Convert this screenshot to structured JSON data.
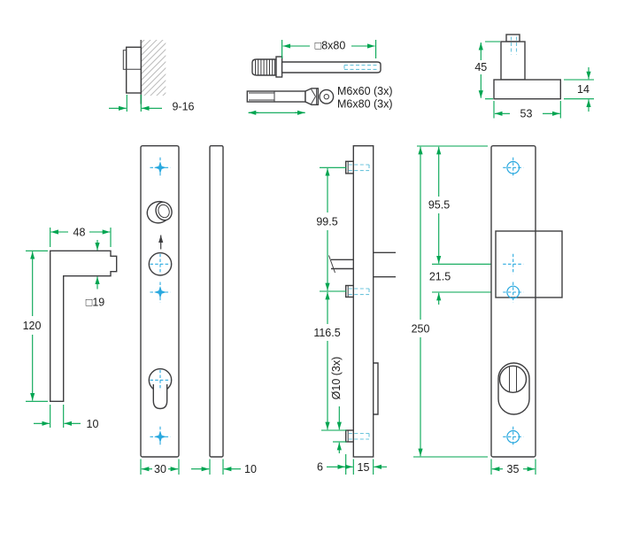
{
  "drawing_type": "door-security-fitting technical drawing",
  "labels": {
    "door_gap": "9-16",
    "spindle_dim": "□8x80",
    "screw_m6x60": "M6x60 (3x)",
    "screw_m6x80": "M6x80 (3x)",
    "hub_height": "45",
    "hub_base_thickness": "14",
    "hub_base_width": "53",
    "lever_arm_width": "48",
    "lever_square": "□19",
    "lever_length": "120",
    "lever_thickness": "10",
    "plate_width": "30",
    "plate_side_thickness": "10",
    "hole_pitch_upper": "99.5",
    "hole_pitch_lower": "116.5",
    "boss_diameter": "Ø10 (3x)",
    "boss_protrusion": "6",
    "plate_depth": "15",
    "top_to_handle": "95.5",
    "handle_to_hole": "21.5",
    "plate_height": "250",
    "security_plate_width": "35"
  },
  "colors": {
    "outline": "#3E3E40",
    "green": "#00A551",
    "blue": "#2AA9DF",
    "teal": "#6CC4DC"
  }
}
